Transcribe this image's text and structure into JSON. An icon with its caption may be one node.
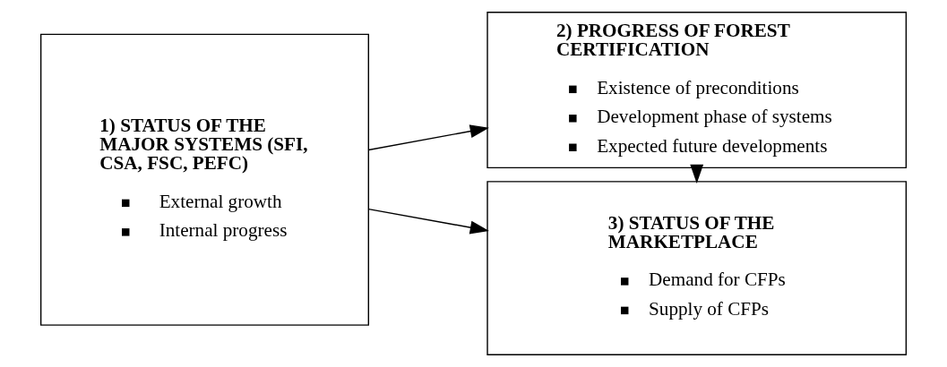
{
  "diagram": {
    "nodes": [
      {
        "text": [
          "1) STATUS OF THE MAJOR SYSTEMS (SFI, CSA, FSC, PEFC)",
          "External growth",
          "Internal progress"
        ]
      },
      {
        "text": [
          "2) PROGRESS OF FOREST CERTIFICATION",
          "Existence of preconditions",
          "Development phase of systems",
          "Expected future developments"
        ]
      },
      {
        "text": [
          "3) STATUS OF THE MARKETPLACE",
          "Demand for CFPs",
          "Supply of CFPs"
        ]
      }
    ],
    "edges": [
      {
        "from": 0,
        "to": 1,
        "arrow": "to"
      },
      {
        "from": 1,
        "to": 2,
        "arrow": "to"
      },
      {
        "from": 0,
        "to": 2,
        "arrow": "to"
      }
    ]
  }
}
